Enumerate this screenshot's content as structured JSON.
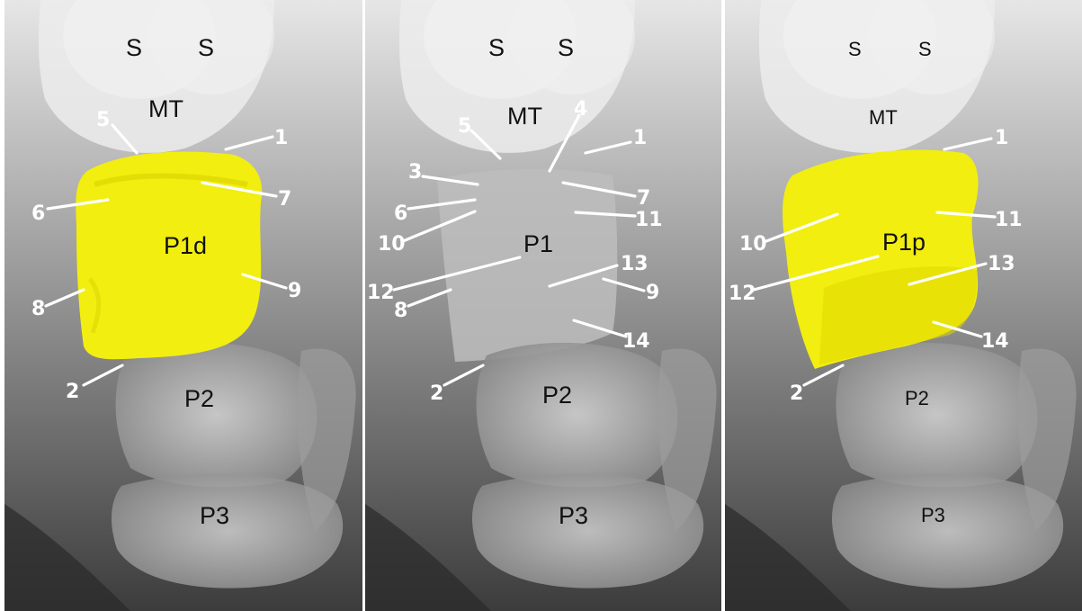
{
  "panels": [
    {
      "id": "left",
      "labels": {
        "sesamoid_a": "S",
        "sesamoid_b": "S",
        "metatarsus": "MT",
        "phalanx": "P1d",
        "p2": "P2",
        "p3": "P3"
      },
      "numbers": [
        "1",
        "2",
        "5",
        "6",
        "7",
        "8",
        "9"
      ]
    },
    {
      "id": "middle",
      "labels": {
        "sesamoid_a": "S",
        "sesamoid_b": "S",
        "metatarsus": "MT",
        "phalanx": "P1",
        "p2": "P2",
        "p3": "P3"
      },
      "numbers": [
        "1",
        "2",
        "3",
        "4",
        "5",
        "6",
        "7",
        "8",
        "9",
        "10",
        "11",
        "12",
        "13",
        "14"
      ]
    },
    {
      "id": "right",
      "labels": {
        "sesamoid_a": "S",
        "sesamoid_b": "S",
        "metatarsus": "MT",
        "phalanx": "P1p",
        "p2": "P2",
        "p3": "P3"
      },
      "numbers": [
        "1",
        "2",
        "10",
        "11",
        "12",
        "13",
        "14"
      ]
    }
  ],
  "colors": {
    "highlight": "#f2ee10",
    "label_text": "#111111",
    "pointer": "#ffffff"
  }
}
